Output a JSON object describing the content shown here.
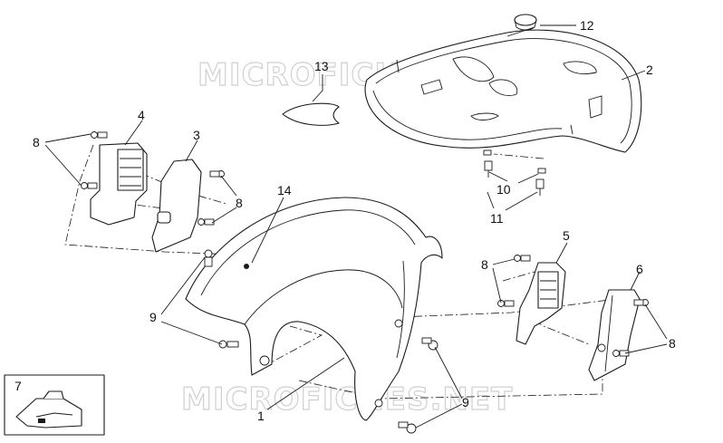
{
  "watermark": {
    "text": "MICROFICHES.NET"
  },
  "callouts": {
    "c1": "1",
    "c2": "2",
    "c3": "3",
    "c4": "4",
    "c5": "5",
    "c6": "6",
    "c7": "7",
    "c8a": "8",
    "c8b": "8",
    "c8c": "8",
    "c8d": "8",
    "c9a": "9",
    "c9b": "9",
    "c10": "10",
    "c11": "11",
    "c12": "12",
    "c13": "13",
    "c14": "14"
  }
}
